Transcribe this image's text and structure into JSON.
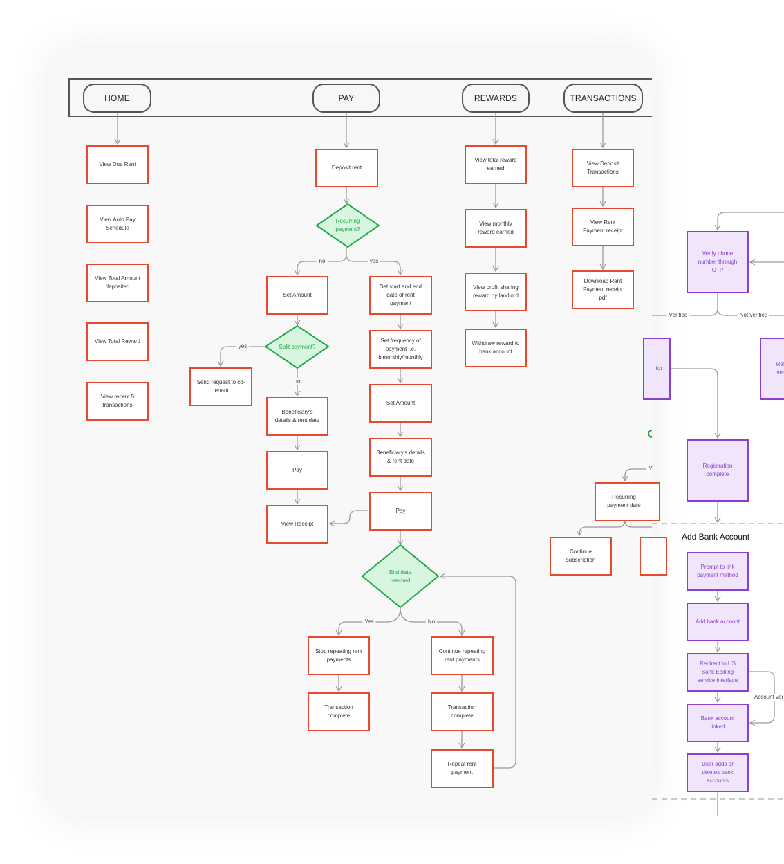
{
  "tabs": {
    "home": "HOME",
    "pay": "PAY",
    "rewards": "REWARDS",
    "transactions": "TRANSACTIONS"
  },
  "home": {
    "due_rent": "View Due Rent",
    "auto_pay": "View Auto Pay Schedule",
    "total_deposited": "View Total Amount deposited",
    "total_reward": "View Total Reward",
    "recent_transactions": "View recent 5 transactions"
  },
  "pay": {
    "deposit_rent": "Deposit rent",
    "recurring_q": "Recurring payment?",
    "no": "no",
    "yes": "yes",
    "set_amount": "Set Amount",
    "split_q": "Split payment?",
    "split_yes": "yes",
    "split_no": "no",
    "send_request": "Send request to co-tenant",
    "beneficiary": "Beneficiary's details & rent date",
    "pay": "Pay",
    "view_receipt": "View Receipt",
    "set_start_end": "Set start and end date of rent payment",
    "set_frequency": "Set frequency of payment i.e. bimonthly/monthly",
    "set_amount_r": "Set Amount",
    "beneficiary_r": "Beneficiary's details & rent date",
    "pay_r": "Pay",
    "end_date_q": "End date reached",
    "end_yes": "Yes",
    "end_no": "No",
    "stop_repeating": "Stop repeating rent payments",
    "continue_repeating": "Continue repeating rent payments",
    "transaction_complete_1": "Transaction complete",
    "transaction_complete_2": "Transaction complete",
    "repeat_rent": "Repeat rent payment"
  },
  "rewards": {
    "total_reward": "View total reward earned",
    "monthly_reward": "View monthly reward earned",
    "profit_sharing": "View profit sharing reward by landlord",
    "withdraw": "Withdraw reward to bank account"
  },
  "transactions": {
    "deposit": "View Deposit Transactions",
    "receipt": "View Rent Payment receipt",
    "download": "Download Rent Payment receipt pdf"
  },
  "registration": {
    "verify_otp": "Verify phone number through OTP",
    "verified": "Verified",
    "not_verified": "Not verified",
    "partial_left": "for",
    "partial_right": "Ret ver",
    "complete": "Registration complete"
  },
  "subscription": {
    "partial_yes": "Y",
    "recurring_date": "Recurring payment date",
    "continue_subscription": "Continue subscription"
  },
  "bank": {
    "section_title": "Add Bank Account",
    "prompt_link": "Prompt to link payment method",
    "add_bank": "Add bank account",
    "redirect": "Redirect to US Bank Ebilling service interface",
    "account_verified": "Account ver",
    "linked": "Bank account linked",
    "user_adds": "User adds or deletes bank accounts"
  },
  "colors": {
    "process_border": "#e8482c",
    "decision_border": "#1ea84b",
    "decision_fill": "#d8f6df",
    "purple_border": "#8b3fd1",
    "purple_fill": "#f1e5fb",
    "connector": "#999999"
  }
}
